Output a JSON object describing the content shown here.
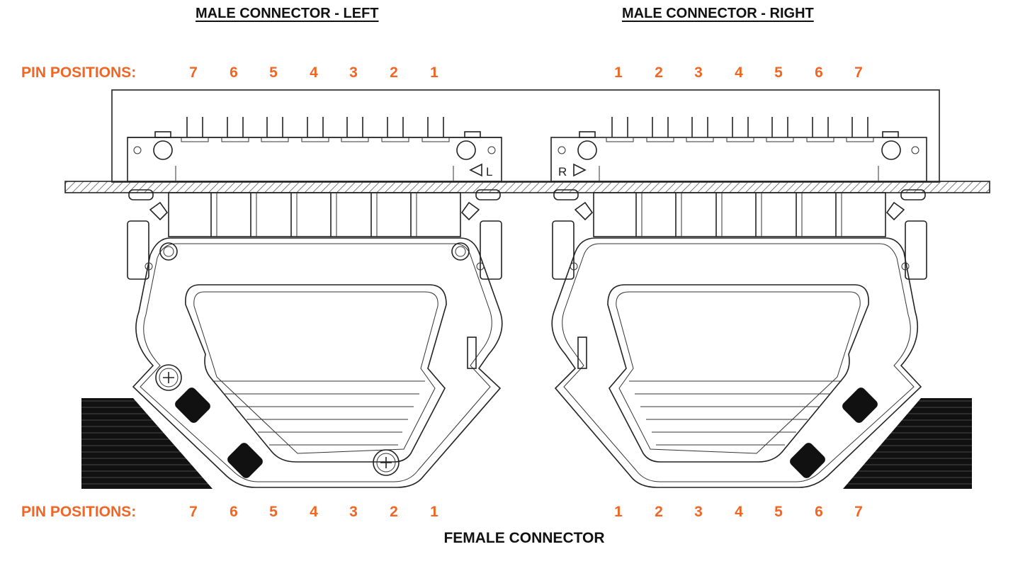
{
  "titles": {
    "left": "MALE CONNECTOR - LEFT",
    "right": "MALE CONNECTOR - RIGHT",
    "bottom": "FEMALE CONNECTOR"
  },
  "pin_label": "PIN POSITIONS:",
  "pins_left": [
    "7",
    "6",
    "5",
    "4",
    "3",
    "2",
    "1"
  ],
  "pins_right": [
    "1",
    "2",
    "3",
    "4",
    "5",
    "6",
    "7"
  ],
  "markers": {
    "left": "L",
    "right": "R"
  },
  "colors": {
    "accent": "#f26522",
    "line": "#222222"
  }
}
